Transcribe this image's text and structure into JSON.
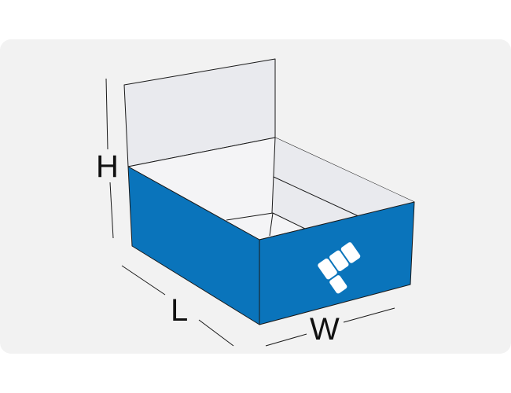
{
  "dimensions": {
    "height_label": "H",
    "length_label": "L",
    "width_label": "W"
  },
  "colors": {
    "background": "#f2f2f2",
    "box_blue": "#0a74bb",
    "interior": "#e9eaee",
    "outline": "#1a1a1a",
    "logo": "#ffffff"
  },
  "logo": {
    "icon": "brand-logo-icon"
  }
}
